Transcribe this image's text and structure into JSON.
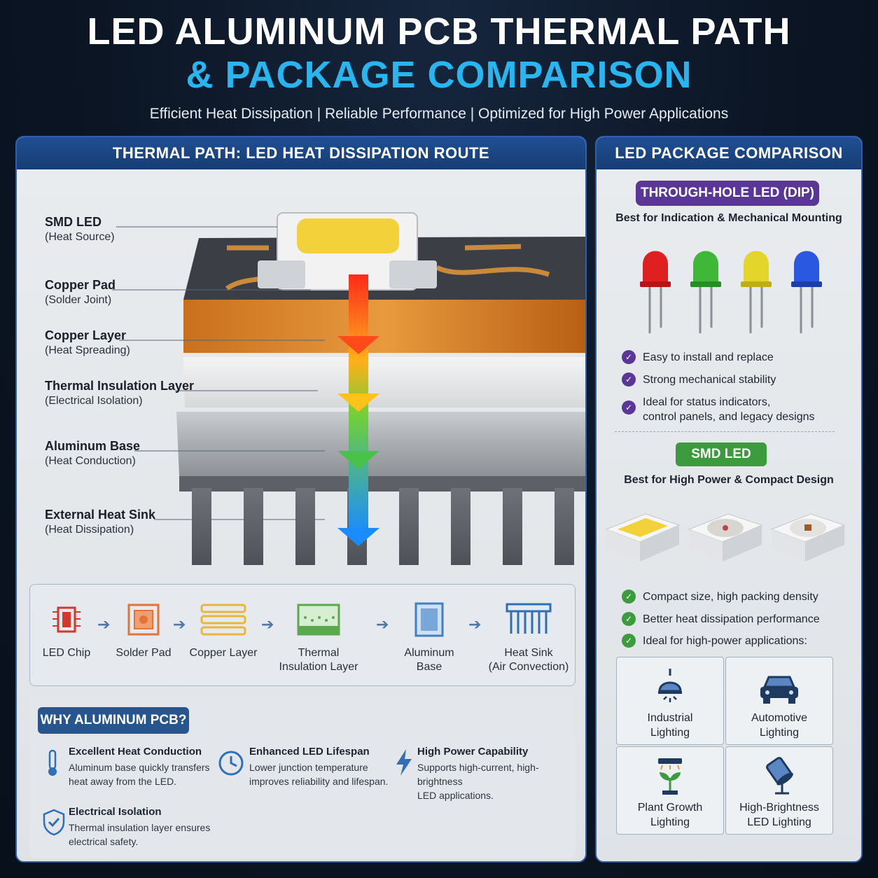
{
  "header": {
    "title_line1": "LED ALUMINUM PCB THERMAL PATH",
    "title_line2": "& PACKAGE COMPARISON",
    "subtitle": "Efficient Heat Dissipation | Reliable Performance | Optimized for High Power Applications"
  },
  "thermal_panel": {
    "heading": "THERMAL PATH: LED HEAT DISSIPATION ROUTE",
    "layers": [
      {
        "name": "SMD LED",
        "note": "(Heat Source)"
      },
      {
        "name": "Copper Pad",
        "note": "(Solder Joint)"
      },
      {
        "name": "Copper Layer",
        "note": "(Heat Spreading)"
      },
      {
        "name": "Thermal Insulation Layer",
        "note": "(Electrical Isolation)"
      },
      {
        "name": "Aluminum Base",
        "note": "(Heat Conduction)"
      },
      {
        "name": "External Heat Sink",
        "note": "(Heat Dissipation)"
      }
    ],
    "flow": [
      {
        "line1": "LED Chip",
        "line2": "",
        "icon": "chip-icon",
        "color": "#d0392b"
      },
      {
        "line1": "Solder Pad",
        "line2": "",
        "icon": "solder-pad-icon",
        "color": "#e0743a"
      },
      {
        "line1": "Copper Layer",
        "line2": "",
        "icon": "copper-layer-icon",
        "color": "#e8b73a"
      },
      {
        "line1": "Thermal",
        "line2": "Insulation Layer",
        "icon": "insulation-layer-icon",
        "color": "#5aa94c"
      },
      {
        "line1": "Aluminum",
        "line2": "Base",
        "icon": "aluminum-base-icon",
        "color": "#3f7fc4"
      },
      {
        "line1": "Heat Sink",
        "line2": "(Air Convection)",
        "icon": "heat-sink-icon",
        "color": "#2f6fb8"
      }
    ],
    "why": {
      "tag": "WHY ALUMINUM PCB?",
      "items": [
        {
          "title": "Excellent Heat Conduction",
          "line1": "Aluminum base quickly transfers",
          "line2": "heat away from the LED.",
          "icon": "thermometer-icon"
        },
        {
          "title": "Enhanced LED Lifespan",
          "line1": "Lower junction temperature",
          "line2": "improves reliability and lifespan.",
          "icon": "clock-icon"
        },
        {
          "title": "High Power Capability",
          "line1": "Supports high-current, high-brightness",
          "line2": "LED applications.",
          "icon": "lightning-icon"
        },
        {
          "title": "Electrical Isolation",
          "line1": "Thermal insulation layer ensures",
          "line2": "electrical safety.",
          "icon": "shield-check-icon"
        }
      ]
    }
  },
  "comparison_panel": {
    "heading": "LED PACKAGE COMPARISON",
    "dip": {
      "tag": "THROUGH-HOLE LED (DIP)",
      "subtitle": "Best for Indication & Mechanical Mounting",
      "led_colors": [
        "#e02020",
        "#3fb83a",
        "#e4d52a",
        "#2a58e0"
      ],
      "bullets": [
        {
          "line1": "Easy to install and replace",
          "line2": ""
        },
        {
          "line1": "Strong mechanical stability",
          "line2": ""
        },
        {
          "line1": "Ideal for status indicators,",
          "line2": "control panels, and legacy designs"
        }
      ],
      "bullet_color": "#5a3796"
    },
    "smd": {
      "tag": "SMD LED",
      "subtitle": "Best for High Power & Compact Design",
      "bullets": [
        "Compact size, high packing density",
        "Better heat dissipation performance",
        "Ideal for high-power applications:"
      ],
      "bullet_color": "#3c9b3c",
      "applications": [
        {
          "line1": "Industrial",
          "line2": "Lighting",
          "icon": "pendant-lamp-icon"
        },
        {
          "line1": "Automotive",
          "line2": "Lighting",
          "icon": "car-icon"
        },
        {
          "line1": "Plant Growth",
          "line2": "Lighting",
          "icon": "plant-lamp-icon"
        },
        {
          "line1": "High-Brightness",
          "line2": "LED Lighting",
          "icon": "spotlight-icon"
        }
      ]
    }
  }
}
